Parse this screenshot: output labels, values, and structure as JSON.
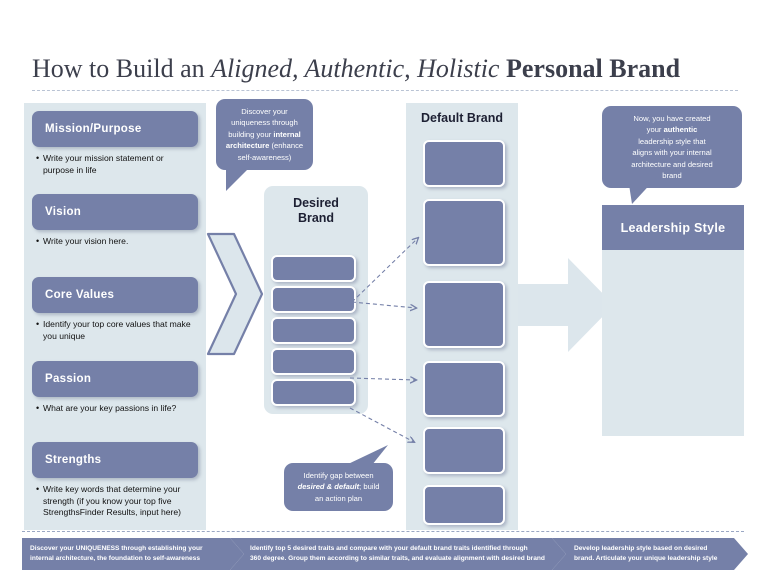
{
  "title": {
    "part1": "How to Build an ",
    "part2": "Aligned, Authentic, Holistic",
    "part3": " Personal Brand"
  },
  "colors": {
    "accent": "#7580a8",
    "panel_bg": "#dde7ec",
    "arrow_fill": "#dce6ec",
    "arrow_stroke": "#7580a8",
    "title_text": "#3c3f4c",
    "white": "#ffffff"
  },
  "left_column": {
    "sections": [
      {
        "header": "Mission/Purpose",
        "note": "Write your mission statement or purpose in life"
      },
      {
        "header": "Vision",
        "note": "Write your vision here."
      },
      {
        "header": "Core Values",
        "note": "Identify your top core values that make you unique"
      },
      {
        "header": "Passion",
        "note": "What are your key passions in life?"
      },
      {
        "header": "Strengths",
        "note": "Write key words that determine your strength (if you know your top five StrengthsFinder Results, input here)"
      }
    ]
  },
  "desired_brand": {
    "title_line1": "Desired",
    "title_line2": "Brand",
    "slot_count": 5
  },
  "default_brand": {
    "title": "Default Brand",
    "slot_count": 6
  },
  "leadership": {
    "title": "Leadership Style"
  },
  "callouts": {
    "uniqueness": {
      "l1": "Discover your",
      "l2": "uniqueness through",
      "l3_pre": "building your ",
      "l3_bold": "internal",
      "l4_bold": "architecture",
      "l4_post": " (enhance",
      "l5": "self-awareness)"
    },
    "gap": {
      "l1": "Identify gap between",
      "l2_italic": "desired & default",
      "l2_post": "; build",
      "l3": "an action plan"
    },
    "authentic": {
      "l1": "Now, you have created",
      "l2_pre": "your ",
      "l2_bold": "authentic",
      "l3": "leadership style that",
      "l4": "aligns with your internal",
      "l5": "architecture and desired",
      "l6": "brand"
    }
  },
  "ribbon": {
    "steps": [
      {
        "line1": "Discover your UNIQUENESS through establishing your",
        "line2": "internal architecture, the foundation to self-awareness"
      },
      {
        "line1": "Identify top 5 desired traits and compare with your default brand traits identified through",
        "line2": "360 degree. Group them according to similar traits, and evaluate alignment with desired brand"
      },
      {
        "line1": "Develop leadership style based on desired",
        "line2": "brand. Articulate your unique leadership style"
      }
    ]
  }
}
